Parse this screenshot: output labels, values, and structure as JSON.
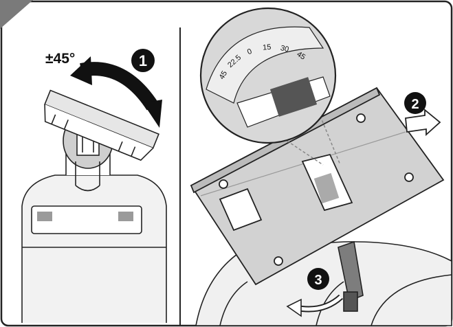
{
  "figure": {
    "angle_label": "±45°",
    "step_1": "1",
    "step_2": "2",
    "step_3": "3",
    "scale_marks": [
      "45",
      "22.5",
      "0",
      "15",
      "30",
      "45"
    ]
  }
}
